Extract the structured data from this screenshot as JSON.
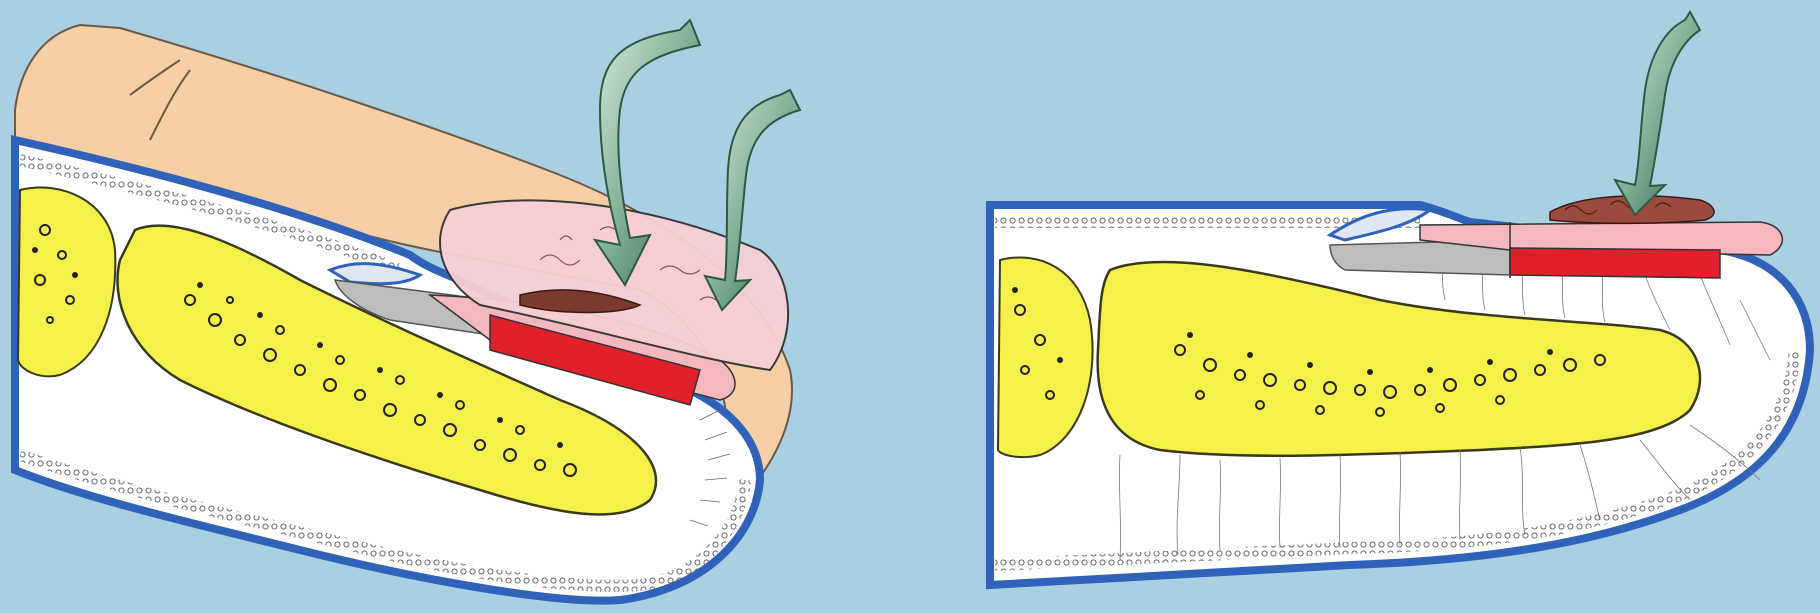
{
  "colors": {
    "background": "#a9cfe3",
    "skin": "#f6cfa6",
    "skin_outline": "#6b5a48",
    "bone_fill": "#f6f04a",
    "bone_outline": "#3a3a1a",
    "soft_tissue": "#ffffff",
    "epidermis_blue": "#2f62b8",
    "nail_pink": "#f4b8c0",
    "nail_bed_red": "#e0202a",
    "nail_root_grey": "#bdbdbd",
    "arrow_green": "#6f9e86",
    "arrow_dark": "#2d5a44",
    "lesion_brown": "#7a3b2e"
  },
  "panels": [
    {
      "name": "left-finger-cross-section",
      "arrows": 2
    },
    {
      "name": "right-finger-cross-section",
      "arrows": 1
    }
  ]
}
